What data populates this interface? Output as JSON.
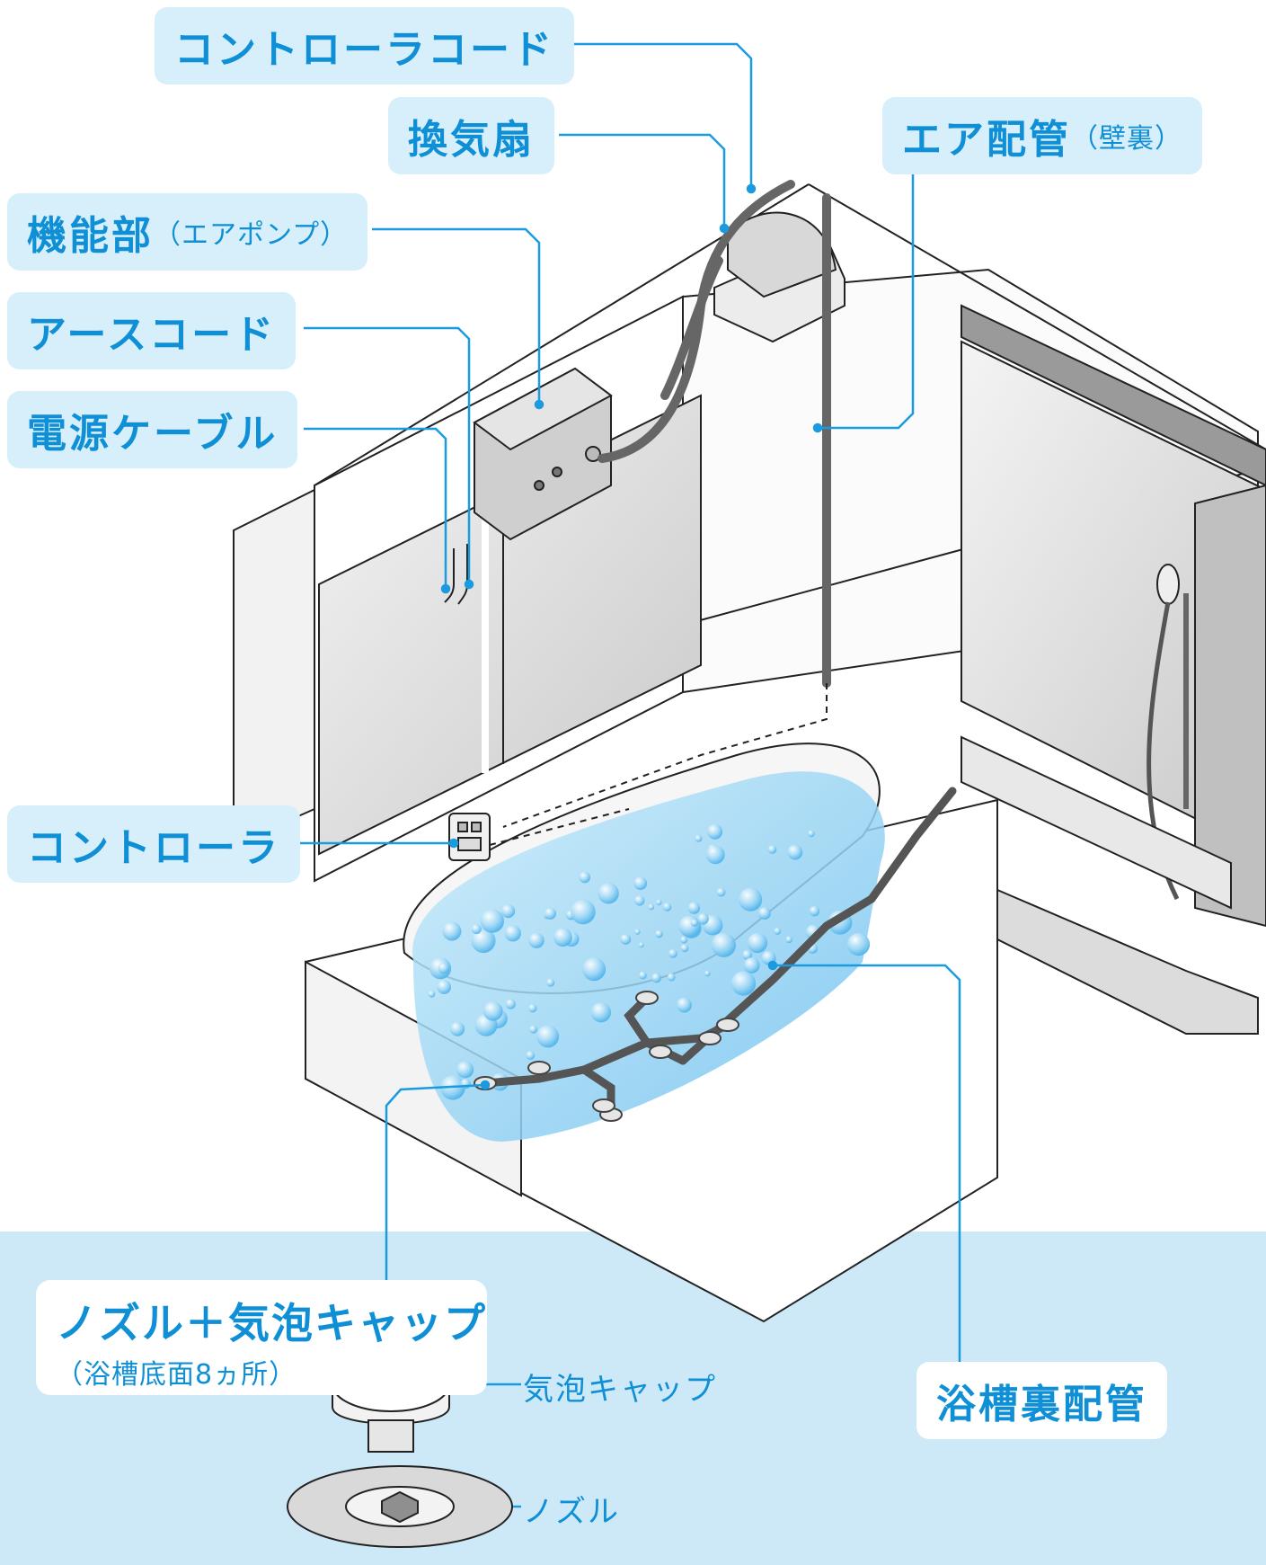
{
  "labels": {
    "controller_cord": "コントローラコード",
    "ventilation_fan": "換気扇",
    "air_piping": "エア配管",
    "air_piping_note": "（壁裏）",
    "function_unit": "機能部",
    "function_unit_note": "（エアポンプ）",
    "earth_cord": "アースコード",
    "power_cable": "電源ケーブル",
    "controller": "コントローラ",
    "tub_back_piping": "浴槽裏配管",
    "nozzle_title": "ノズル＋気泡キャップ",
    "nozzle_note": "（浴槽底面8ヵ所）",
    "bubble_cap": "気泡キャップ",
    "nozzle": "ノズル"
  },
  "colors": {
    "label_bg": "#d7eefb",
    "label_text": "#0e8fd6",
    "leader_line": "#1a9be0",
    "bottom_band": "#cde9f8",
    "water": "#8fd0f3"
  }
}
